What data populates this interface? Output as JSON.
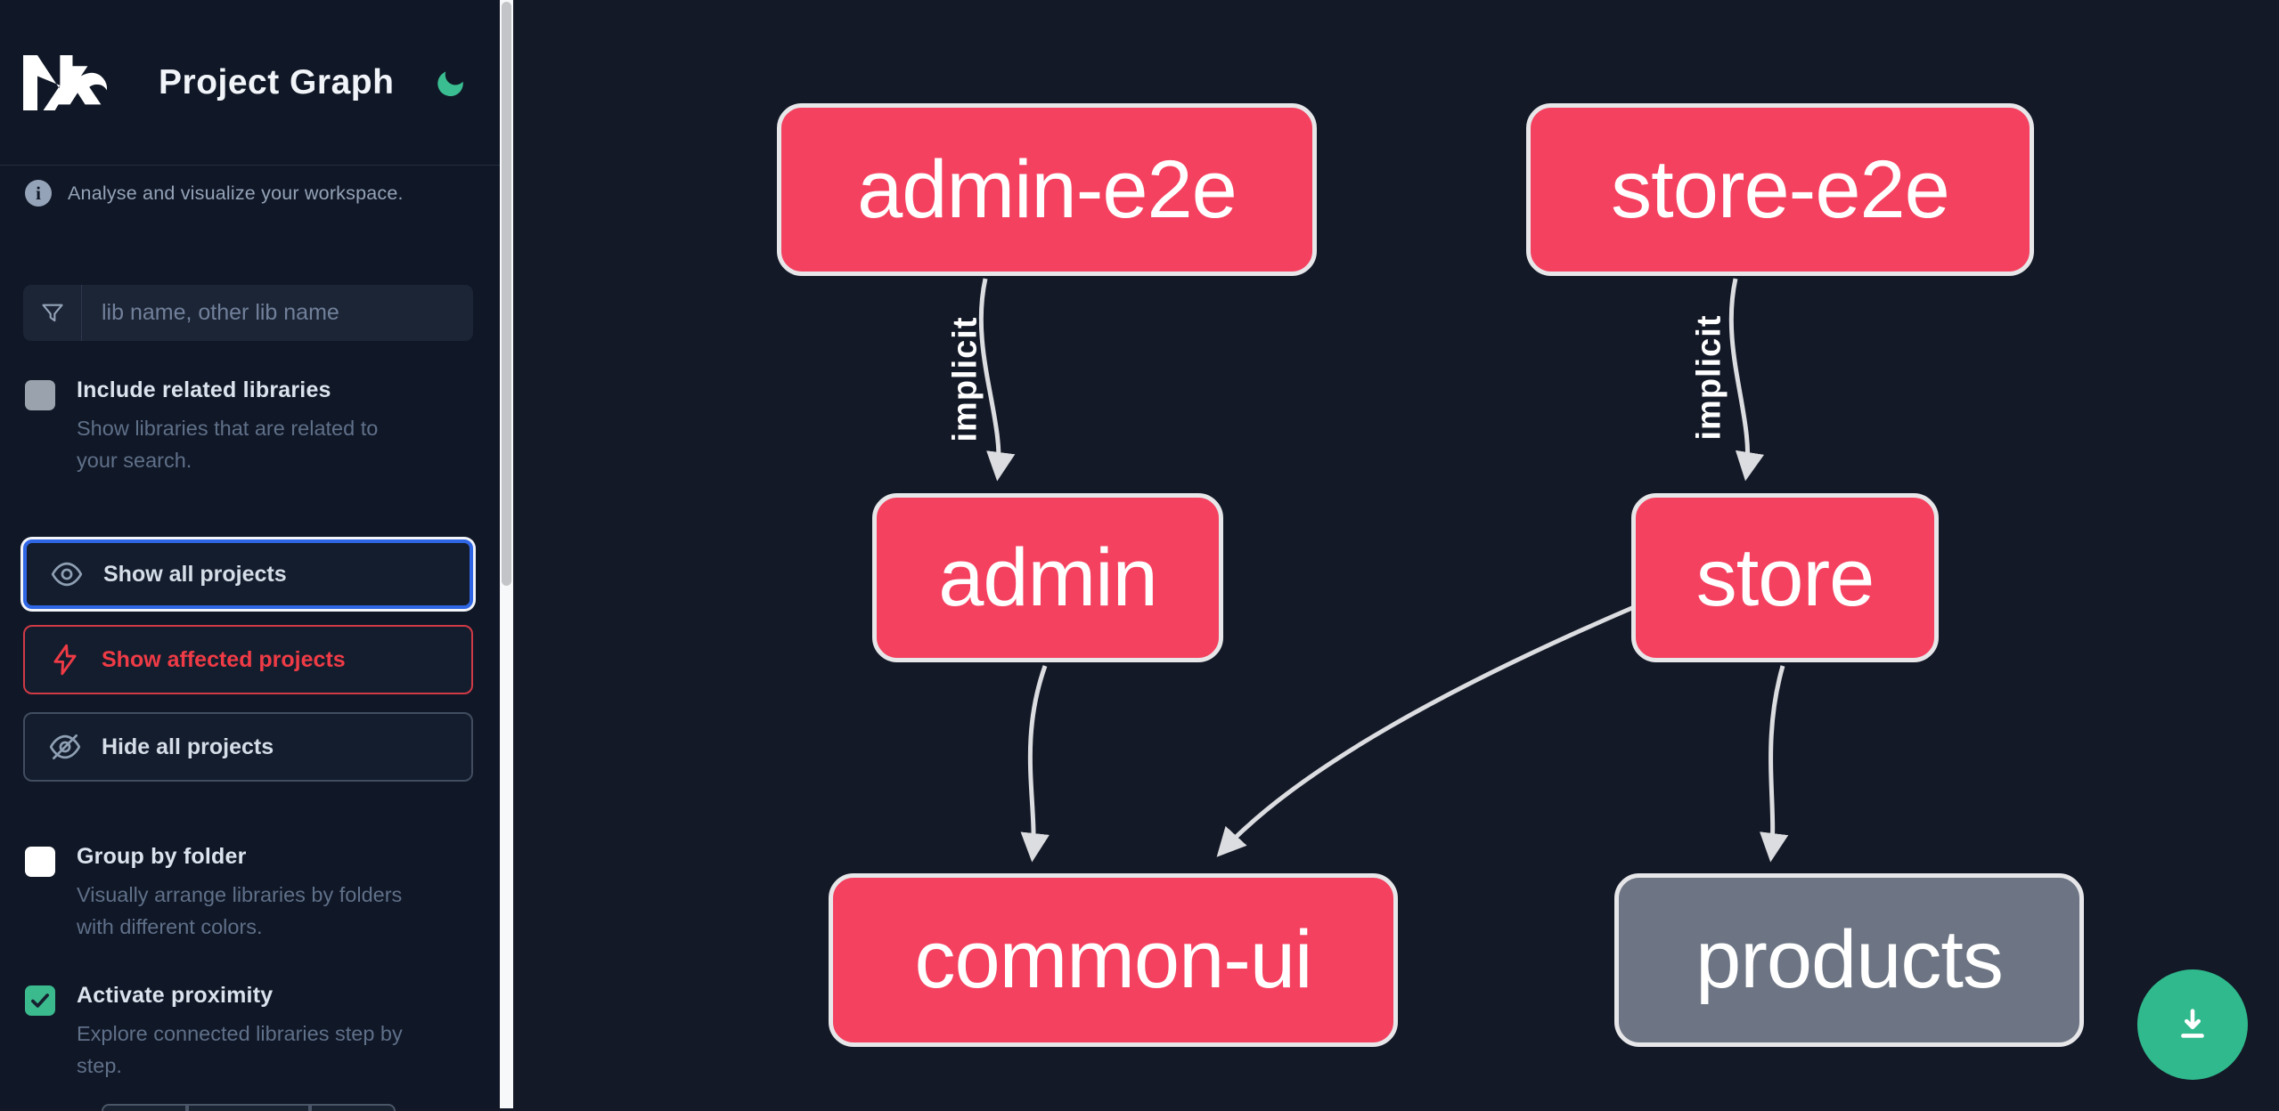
{
  "header": {
    "title": "Project Graph",
    "logo": "nx-logo",
    "theme_toggle": "moon-icon"
  },
  "sidebar": {
    "info_text": "Analyse and visualize your workspace.",
    "search": {
      "placeholder": "lib name, other lib name",
      "value": "",
      "icon": "filter-funnel-icon"
    },
    "toggles": [
      {
        "id": "include-related-libraries",
        "label": "Include related libraries",
        "description": "Show libraries that are related to your search.",
        "checked": false
      },
      {
        "id": "group-by-folder",
        "label": "Group by folder",
        "description": "Visually arrange libraries by folders with different colors.",
        "checked": false
      },
      {
        "id": "activate-proximity",
        "label": "Activate proximity",
        "description": "Explore connected libraries step by step.",
        "checked": true
      }
    ],
    "buttons": [
      {
        "id": "show-all-projects",
        "label": "Show all projects",
        "icon": "eye-icon",
        "state": "focused"
      },
      {
        "id": "show-affected-projects",
        "label": "Show affected projects",
        "icon": "lightning-bolt-icon",
        "state": "danger"
      },
      {
        "id": "hide-all-projects",
        "label": "Hide all projects",
        "icon": "eye-off-icon",
        "state": "default"
      }
    ]
  },
  "graph": {
    "nodes": [
      {
        "id": "admin-e2e",
        "label": "admin-e2e",
        "color": "#f4415f"
      },
      {
        "id": "store-e2e",
        "label": "store-e2e",
        "color": "#f4415f"
      },
      {
        "id": "admin",
        "label": "admin",
        "color": "#f4415f"
      },
      {
        "id": "store",
        "label": "store",
        "color": "#f4415f"
      },
      {
        "id": "common-ui",
        "label": "common-ui",
        "color": "#f4415f"
      },
      {
        "id": "products",
        "label": "products",
        "color": "#6d7584"
      }
    ],
    "edges": [
      {
        "from": "admin-e2e",
        "to": "admin",
        "label": "implicit"
      },
      {
        "from": "store-e2e",
        "to": "store",
        "label": "implicit"
      },
      {
        "from": "admin",
        "to": "common-ui",
        "label": ""
      },
      {
        "from": "store",
        "to": "common-ui",
        "label": ""
      },
      {
        "from": "store",
        "to": "products",
        "label": ""
      }
    ]
  },
  "fab": {
    "icon": "download-icon"
  },
  "colors": {
    "node_accent": "#f4415f",
    "node_muted": "#6d7584",
    "edge": "#dcdde0",
    "focus_blue": "#2e66e5",
    "danger_red": "#ef3b46",
    "success_green": "#3bba8e",
    "fab_green": "#30b98c",
    "background": "#131927"
  }
}
